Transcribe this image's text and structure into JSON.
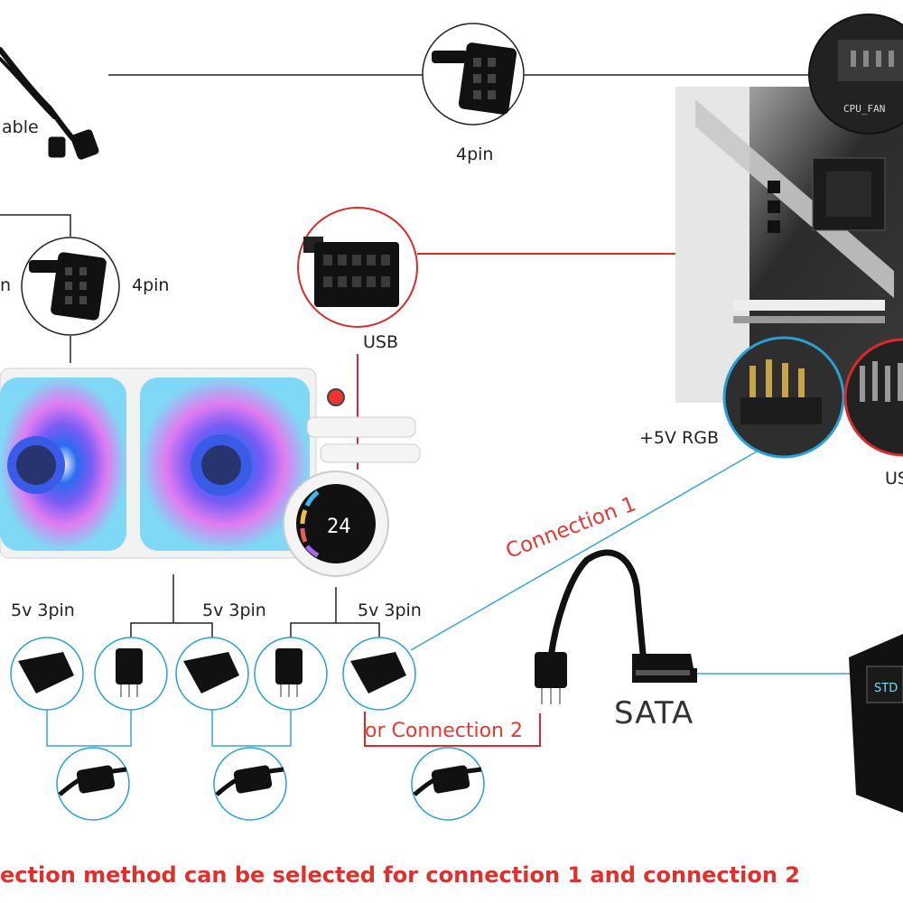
{
  "labels": {
    "cable": "able",
    "top_4pin": "4pin",
    "left_pin_cut": "n",
    "left_4pin": "4pin",
    "usb_top": "USB",
    "rgb_5v": "+5V RGB",
    "usb_right_cut": "US",
    "pin3_a": "5v 3pin",
    "pin3_b": "5v 3pin",
    "pin3_c": "5v 3pin",
    "connection1": "Connection 1",
    "connection2": "or Connection 2",
    "sata": "SATA",
    "motherboard_header": "CPU_FAN",
    "display_temp": "24",
    "psu_label": "STD"
  },
  "footer_note": "ection method can be selected for connection 1 and connection 2",
  "colors": {
    "line_black": "#222222",
    "line_red": "#d92b2b",
    "line_blue": "#3aa3d8",
    "circle_blue": "#2a9fd6",
    "note_red": "#e0302b"
  },
  "icons": [
    "fan-cable-icon",
    "4pin-connector-icon",
    "usb-header-icon",
    "motherboard-icon",
    "rgb-header-icon",
    "usb-header-closeup-icon",
    "radiator-fans-icon",
    "pump-display-icon",
    "female-3pin-connector-icon",
    "male-3pin-connector-icon",
    "splitter-connector-icon",
    "sata-adapter-icon",
    "power-supply-icon"
  ]
}
